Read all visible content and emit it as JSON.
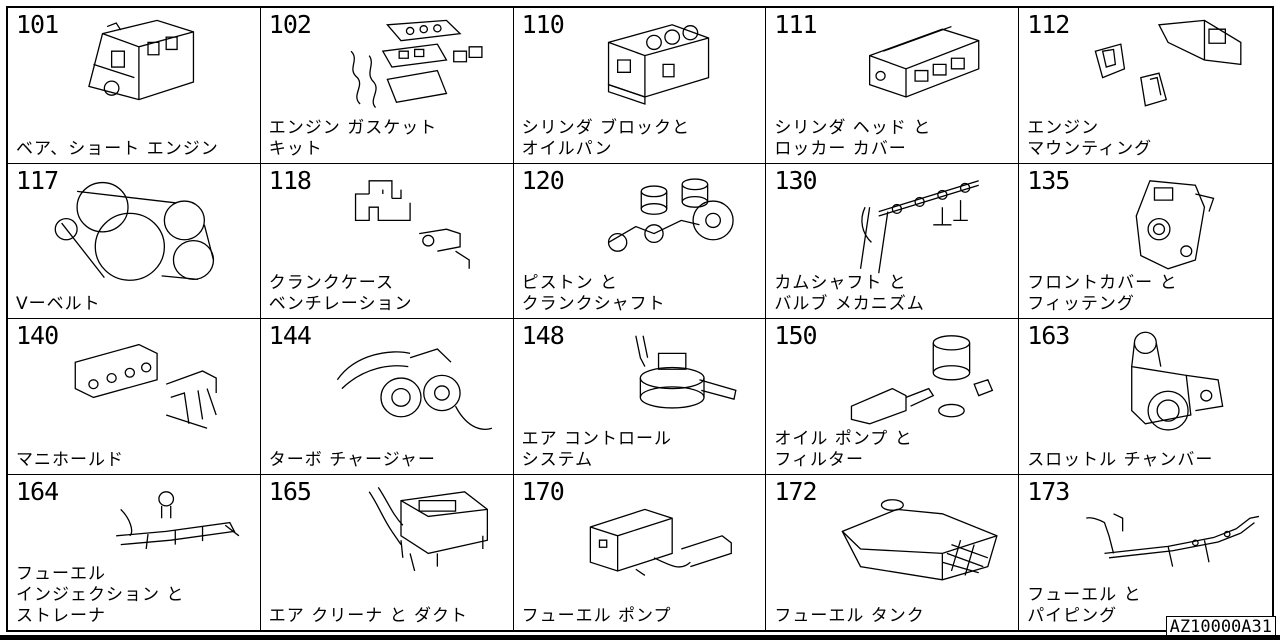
{
  "catalog_code": "AZ10000A31",
  "cells": [
    {
      "num": "101",
      "lines": [
        "ベア、ショート エンジン"
      ],
      "icon": "engine-block-icon"
    },
    {
      "num": "102",
      "lines": [
        "エンジン ガスケット",
        "キット"
      ],
      "icon": "gasket-kit-icon"
    },
    {
      "num": "110",
      "lines": [
        "シリンダ ブロックと",
        "オイルパン"
      ],
      "icon": "cylinder-block-icon"
    },
    {
      "num": "111",
      "lines": [
        "シリンダ ヘッド と",
        "ロッカー カバー"
      ],
      "icon": "cylinder-head-icon"
    },
    {
      "num": "112",
      "lines": [
        "エンジン",
        "マウンティング"
      ],
      "icon": "engine-mount-icon"
    },
    {
      "num": "117",
      "lines": [
        "Vーベルト"
      ],
      "icon": "v-belt-icon"
    },
    {
      "num": "118",
      "lines": [
        "クランクケース",
        "ベンチレーション"
      ],
      "icon": "crankcase-ventilation-icon"
    },
    {
      "num": "120",
      "lines": [
        "ピストン と",
        "クランクシャフト"
      ],
      "icon": "piston-crankshaft-icon"
    },
    {
      "num": "130",
      "lines": [
        "カムシャフト と",
        "バルブ メカニズム"
      ],
      "icon": "camshaft-valve-icon"
    },
    {
      "num": "135",
      "lines": [
        "フロントカバー と",
        "フィッテング"
      ],
      "icon": "front-cover-icon"
    },
    {
      "num": "140",
      "lines": [
        "マニホールド"
      ],
      "icon": "manifold-icon"
    },
    {
      "num": "144",
      "lines": [
        "ターボ チャージャー"
      ],
      "icon": "turbocharger-icon"
    },
    {
      "num": "148",
      "lines": [
        "エア コントロール",
        "システム"
      ],
      "icon": "air-control-icon"
    },
    {
      "num": "150",
      "lines": [
        "オイル ポンプ と",
        "フィルター"
      ],
      "icon": "oil-pump-filter-icon"
    },
    {
      "num": "163",
      "lines": [
        "スロットル チャンバー"
      ],
      "icon": "throttle-chamber-icon"
    },
    {
      "num": "164",
      "lines": [
        "フューエル",
        "インジェクション と",
        "ストレーナ"
      ],
      "icon": "fuel-injection-icon"
    },
    {
      "num": "165",
      "lines": [
        "エア クリーナ と ダクト"
      ],
      "icon": "air-cleaner-icon"
    },
    {
      "num": "170",
      "lines": [
        "フューエル ポンプ"
      ],
      "icon": "fuel-pump-icon"
    },
    {
      "num": "172",
      "lines": [
        "フューエル タンク"
      ],
      "icon": "fuel-tank-icon"
    },
    {
      "num": "173",
      "lines": [
        "フューエル と",
        "パイピング"
      ],
      "icon": "fuel-piping-icon"
    }
  ]
}
